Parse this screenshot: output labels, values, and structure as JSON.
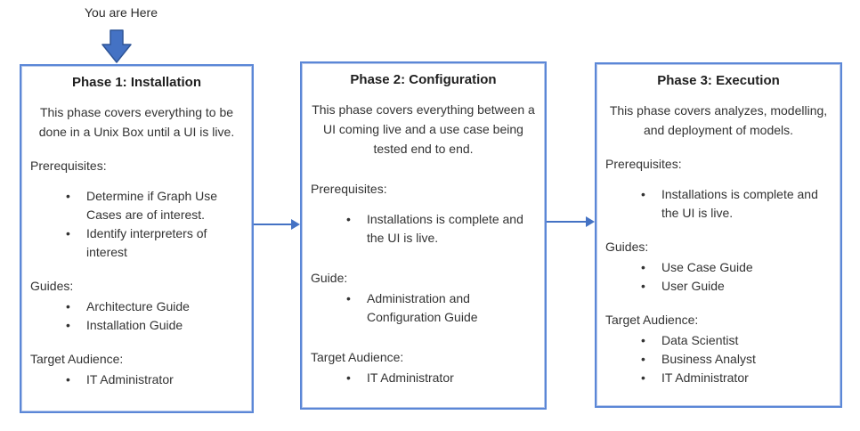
{
  "marker": {
    "label": "You are Here"
  },
  "bullet_char": "•",
  "colors": {
    "box_border": "#5b87d7",
    "connector_arrow": "#4472c4",
    "marker_arrow_fill": "#4472c4",
    "marker_arrow_outline": "#2f5597",
    "body_text": "#333333",
    "title_text": "#1f1f1f"
  },
  "phases": [
    {
      "title": "Phase 1: Installation",
      "description": "This phase covers everything to be done in a Unix Box until a UI is live.",
      "sections": [
        {
          "label": "Prerequisites:",
          "gap_before_items": true,
          "items": [
            "Determine if Graph Use Cases are of interest.",
            "Identify interpreters of interest"
          ]
        },
        {
          "label": "Guides:",
          "gap_before_items": false,
          "items": [
            "Architecture Guide",
            "Installation Guide"
          ]
        },
        {
          "label": "Target Audience:",
          "gap_before_items": false,
          "items": [
            "IT Administrator"
          ]
        }
      ]
    },
    {
      "title": "Phase 2: Configuration",
      "description": "This phase covers everything between a UI coming live and a use case being tested end to end.",
      "sections": [
        {
          "label": "Prerequisites:",
          "gap_before_items": true,
          "items": [
            "Installations is complete and the UI is live."
          ]
        },
        {
          "label": "Guide:",
          "gap_before_items": false,
          "items": [
            "Administration and Configuration Guide"
          ]
        },
        {
          "label": "Target Audience:",
          "gap_before_items": false,
          "items": [
            "IT Administrator"
          ]
        }
      ]
    },
    {
      "title": "Phase 3: Execution",
      "description": "This phase covers analyzes, modelling, and deployment of models.",
      "sections": [
        {
          "label": "Prerequisites:",
          "gap_before_items": true,
          "items": [
            "Installations is complete and the UI is live."
          ]
        },
        {
          "label": "Guides:",
          "gap_before_items": false,
          "items": [
            "Use Case Guide",
            "User Guide"
          ]
        },
        {
          "label": "Target Audience:",
          "gap_before_items": false,
          "items": [
            "Data Scientist",
            "Business Analyst",
            "IT Administrator"
          ]
        }
      ]
    }
  ]
}
